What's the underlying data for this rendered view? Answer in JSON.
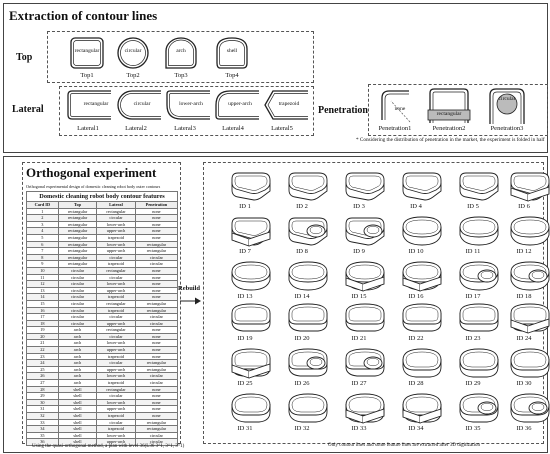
{
  "section1": {
    "title": "Extraction of contour lines",
    "top_label": "Top",
    "lateral_label": "Lateral",
    "penetration_label": "Penetration",
    "top_items": [
      {
        "caption": "Top1",
        "inner": "rectangular"
      },
      {
        "caption": "Top2",
        "inner": "circular"
      },
      {
        "caption": "Top3",
        "inner": "arch"
      },
      {
        "caption": "Top4",
        "inner": "shell"
      }
    ],
    "lateral_items": [
      {
        "caption": "Lateral1",
        "inner": "rectangular"
      },
      {
        "caption": "Lateral2",
        "inner": "circular"
      },
      {
        "caption": "Lateral3",
        "inner": "lower-arch"
      },
      {
        "caption": "Lateral4",
        "inner": "upper-arch"
      },
      {
        "caption": "Lateral5",
        "inner": "trapezoid"
      }
    ],
    "penetration_items": [
      {
        "caption": "Penetration1",
        "inner": "none"
      },
      {
        "caption": "Penetration2",
        "inner": "rectangular"
      },
      {
        "caption": "Penetration3",
        "inner": "circular"
      }
    ],
    "footnote": "* Considering the distribution of penetration in the market, the experiment is folded in half"
  },
  "section2": {
    "title": "Orthogonal experiment",
    "subtitle": "Orthogonal experimental design of domestic cleaning robot body outer contours",
    "table_title": "Domestic cleaning robot body contour features",
    "headers": [
      "Card ID",
      "Top",
      "Lateral",
      "Penetration"
    ],
    "rows": [
      [
        "1",
        "rectangular",
        "rectangular",
        "none"
      ],
      [
        "2",
        "rectangular",
        "circular",
        "none"
      ],
      [
        "3",
        "rectangular",
        "lower-arch",
        "none"
      ],
      [
        "4",
        "rectangular",
        "upper-arch",
        "none"
      ],
      [
        "5",
        "rectangular",
        "trapezoid",
        "none"
      ],
      [
        "6",
        "rectangular",
        "lower-arch",
        "rectangular"
      ],
      [
        "7",
        "rectangular",
        "upper-arch",
        "rectangular"
      ],
      [
        "8",
        "rectangular",
        "circular",
        "circular"
      ],
      [
        "9",
        "rectangular",
        "trapezoid",
        "circular"
      ],
      [
        "10",
        "circular",
        "rectangular",
        "none"
      ],
      [
        "11",
        "circular",
        "circular",
        "none"
      ],
      [
        "12",
        "circular",
        "lower-arch",
        "none"
      ],
      [
        "13",
        "circular",
        "upper-arch",
        "none"
      ],
      [
        "14",
        "circular",
        "trapezoid",
        "none"
      ],
      [
        "15",
        "circular",
        "rectangular",
        "rectangular"
      ],
      [
        "16",
        "circular",
        "trapezoid",
        "rectangular"
      ],
      [
        "17",
        "circular",
        "circular",
        "circular"
      ],
      [
        "18",
        "circular",
        "upper-arch",
        "circular"
      ],
      [
        "19",
        "arch",
        "rectangular",
        "none"
      ],
      [
        "20",
        "arch",
        "circular",
        "none"
      ],
      [
        "21",
        "arch",
        "lower-arch",
        "none"
      ],
      [
        "22",
        "arch",
        "upper-arch",
        "none"
      ],
      [
        "23",
        "arch",
        "trapezoid",
        "none"
      ],
      [
        "24",
        "arch",
        "circular",
        "rectangular"
      ],
      [
        "25",
        "arch",
        "upper-arch",
        "rectangular"
      ],
      [
        "26",
        "arch",
        "lower-arch",
        "circular"
      ],
      [
        "27",
        "arch",
        "trapezoid",
        "circular"
      ],
      [
        "28",
        "shell",
        "rectangular",
        "none"
      ],
      [
        "29",
        "shell",
        "circular",
        "none"
      ],
      [
        "30",
        "shell",
        "lower-arch",
        "none"
      ],
      [
        "31",
        "shell",
        "upper-arch",
        "none"
      ],
      [
        "32",
        "shell",
        "trapezoid",
        "none"
      ],
      [
        "33",
        "shell",
        "circular",
        "rectangular"
      ],
      [
        "34",
        "shell",
        "trapezoid",
        "rectangular"
      ],
      [
        "35",
        "shell",
        "lower-arch",
        "circular"
      ],
      [
        "36",
        "shell",
        "upper-arch",
        "circular"
      ]
    ],
    "table_caption": "Using the quasi-orthogonal method, a plan with level 36(L36 3^1, 3^1, 3^1)",
    "rebuild_label": "Rebuild",
    "id_labels": [
      "ID 1",
      "ID 2",
      "ID 3",
      "ID 4",
      "ID 5",
      "ID 6",
      "ID 7",
      "ID 8",
      "ID 9",
      "ID 10",
      "ID 11",
      "ID 12",
      "ID 13",
      "ID 14",
      "ID 15",
      "ID 16",
      "ID 17",
      "ID 18",
      "ID 19",
      "ID 20",
      "ID 21",
      "ID 22",
      "ID 23",
      "ID 24",
      "ID 25",
      "ID 26",
      "ID 27",
      "ID 28",
      "ID 29",
      "ID 30",
      "ID 31",
      "ID 32",
      "ID 33",
      "ID 34",
      "ID 35",
      "ID 36"
    ],
    "models": [
      {
        "top": "rect",
        "pen": "none"
      },
      {
        "top": "rect",
        "pen": "none"
      },
      {
        "top": "rect",
        "pen": "none"
      },
      {
        "top": "rect",
        "pen": "none"
      },
      {
        "top": "rect",
        "pen": "none"
      },
      {
        "top": "rect",
        "pen": "rect"
      },
      {
        "top": "rect",
        "pen": "rect"
      },
      {
        "top": "rect",
        "pen": "circ"
      },
      {
        "top": "rect",
        "pen": "circ"
      },
      {
        "top": "circ",
        "pen": "none"
      },
      {
        "top": "circ",
        "pen": "none"
      },
      {
        "top": "circ",
        "pen": "none"
      },
      {
        "top": "circ",
        "pen": "none"
      },
      {
        "top": "circ",
        "pen": "none"
      },
      {
        "top": "circ",
        "pen": "rect"
      },
      {
        "top": "circ",
        "pen": "rect"
      },
      {
        "top": "circ",
        "pen": "circ"
      },
      {
        "top": "circ",
        "pen": "circ"
      },
      {
        "top": "arch",
        "pen": "none"
      },
      {
        "top": "arch",
        "pen": "none"
      },
      {
        "top": "arch",
        "pen": "none"
      },
      {
        "top": "arch",
        "pen": "none"
      },
      {
        "top": "arch",
        "pen": "none"
      },
      {
        "top": "arch",
        "pen": "rect"
      },
      {
        "top": "arch",
        "pen": "rect"
      },
      {
        "top": "arch",
        "pen": "circ"
      },
      {
        "top": "arch",
        "pen": "circ"
      },
      {
        "top": "shell",
        "pen": "none"
      },
      {
        "top": "shell",
        "pen": "none"
      },
      {
        "top": "shell",
        "pen": "none"
      },
      {
        "top": "shell",
        "pen": "none"
      },
      {
        "top": "shell",
        "pen": "none"
      },
      {
        "top": "shell",
        "pen": "rect"
      },
      {
        "top": "shell",
        "pen": "rect"
      },
      {
        "top": "shell",
        "pen": "circ"
      },
      {
        "top": "shell",
        "pen": "circ"
      }
    ],
    "footnote": "Only contour lines and some feature lines are extracted after 3D digitization"
  }
}
